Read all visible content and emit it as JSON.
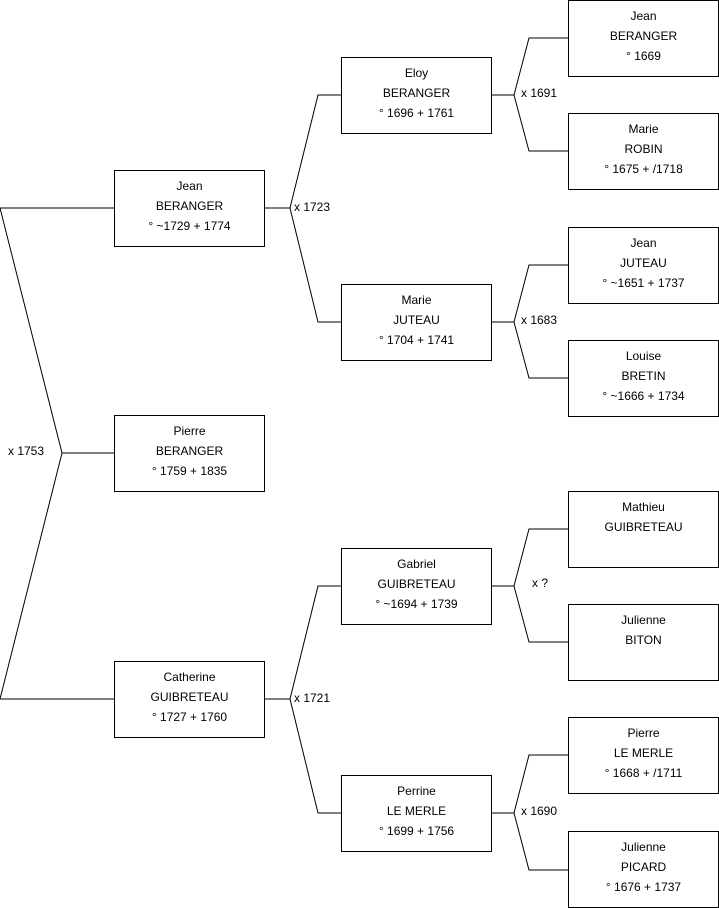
{
  "persons": {
    "pierre_beranger": {
      "first": "Pierre",
      "last": "BERANGER",
      "dates": "° 1759 + 1835"
    },
    "jean_beranger_1729": {
      "first": "Jean",
      "last": "BERANGER",
      "dates": "° ~1729 + 1774"
    },
    "catherine_guibreteau": {
      "first": "Catherine",
      "last": "GUIBRETEAU",
      "dates": "° 1727 + 1760"
    },
    "eloy_beranger": {
      "first": "Eloy",
      "last": "BERANGER",
      "dates": "° 1696 + 1761"
    },
    "marie_juteau": {
      "first": "Marie",
      "last": "JUTEAU",
      "dates": "° 1704 + 1741"
    },
    "gabriel_guibreteau": {
      "first": "Gabriel",
      "last": "GUIBRETEAU",
      "dates": "° ~1694 + 1739"
    },
    "perrine_le_merle": {
      "first": "Perrine",
      "last": "LE MERLE",
      "dates": "° 1699 + 1756"
    },
    "jean_beranger_1669": {
      "first": "Jean",
      "last": "BERANGER",
      "dates": "° 1669"
    },
    "marie_robin": {
      "first": "Marie",
      "last": "ROBIN",
      "dates": "° 1675 + /1718"
    },
    "jean_juteau": {
      "first": "Jean",
      "last": "JUTEAU",
      "dates": "° ~1651 + 1737"
    },
    "louise_bretin": {
      "first": "Louise",
      "last": "BRETIN",
      "dates": "° ~1666 + 1734"
    },
    "mathieu_guibreteau": {
      "first": "Mathieu",
      "last": "GUIBRETEAU",
      "dates": ""
    },
    "julienne_biton": {
      "first": "Julienne",
      "last": "BITON",
      "dates": ""
    },
    "pierre_le_merle": {
      "first": "Pierre",
      "last": "LE MERLE",
      "dates": "° 1668 + /1711"
    },
    "julienne_picard": {
      "first": "Julienne",
      "last": "PICARD",
      "dates": "° 1676 + 1737"
    }
  },
  "marriages": {
    "m_1753": "x 1753",
    "m_1723": "x 1723",
    "m_1721": "x 1721",
    "m_1691": "x 1691",
    "m_1683": "x 1683",
    "m_unknown": "x ?",
    "m_1690": "x 1690"
  }
}
